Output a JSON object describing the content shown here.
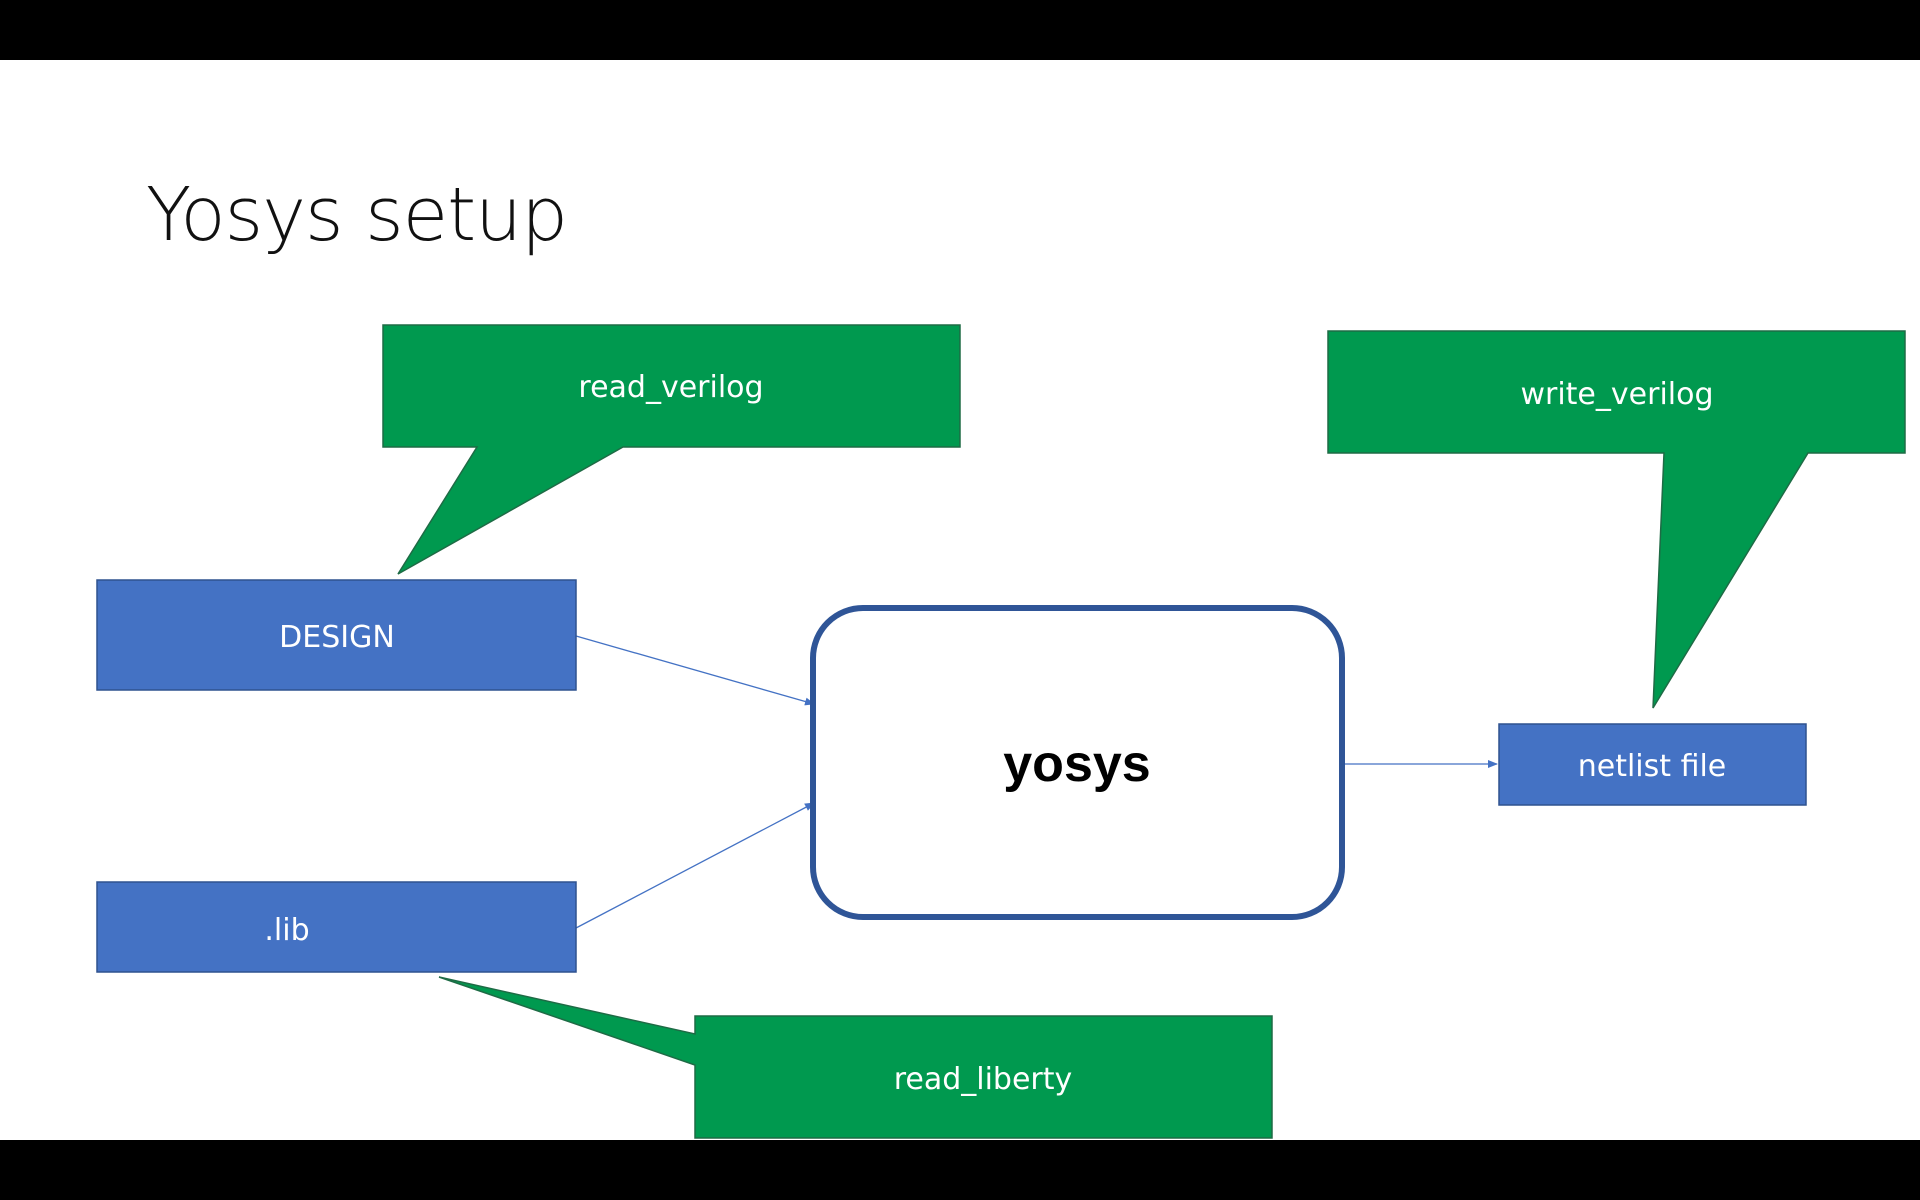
{
  "slide": {
    "title": "Yosys setup"
  },
  "diagram": {
    "core": {
      "label": "yosys"
    },
    "inputs": [
      {
        "id": "design",
        "label": "DESIGN"
      },
      {
        "id": "lib",
        "label": ".lib"
      }
    ],
    "output": {
      "label": "netlist file"
    },
    "callouts": [
      {
        "id": "read-verilog",
        "label": "read_verilog"
      },
      {
        "id": "write-verilog",
        "label": "write_verilog"
      },
      {
        "id": "read-liberty",
        "label": "read_liberty"
      }
    ]
  },
  "colors": {
    "box_blue": "#4472C4",
    "core_border": "#2F5597",
    "callout_green": "#00994F",
    "arrow_blue": "#4472C4",
    "background": "#FFFFFF",
    "letterbox": "#000000"
  }
}
